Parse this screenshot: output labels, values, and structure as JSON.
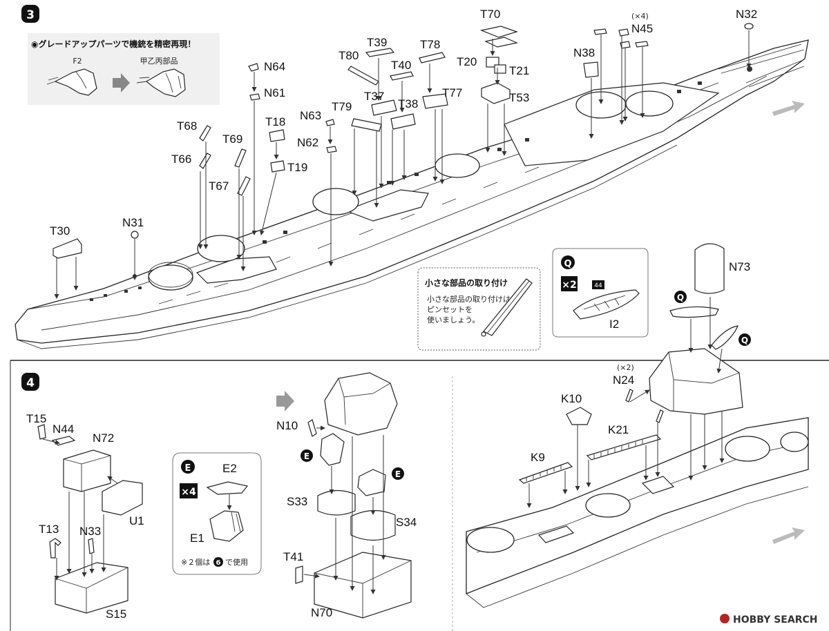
{
  "step3": {
    "number": "3",
    "info": {
      "title": "◉グレードアップパーツで機銃を精密再現！",
      "from_label": "F2",
      "to_label": "甲乙丙部品"
    },
    "labels": [
      "T70",
      "N32",
      "(×4)",
      "N45",
      "T39",
      "T78",
      "T80",
      "T40",
      "T20",
      "T21",
      "N38",
      "T37",
      "T77",
      "T53",
      "T79",
      "T38",
      "N64",
      "N61",
      "N63",
      "T18",
      "T68",
      "N62",
      "T69",
      "T19",
      "T66",
      "T67",
      "T30",
      "N31"
    ],
    "tip": {
      "title": "小さな部品の取り付け",
      "body_line1": "小さな部品の取り付けは",
      "body_line2": "ピンセットを",
      "body_line3": "使いましょう。"
    },
    "boat": {
      "badge": "Q",
      "mult": "×2",
      "num": "44",
      "label": "I2"
    }
  },
  "step4": {
    "number": "4",
    "left_labels": [
      "T15",
      "N44",
      "N72",
      "U1",
      "T13",
      "N33",
      "S15"
    ],
    "e_box": {
      "badge": "E",
      "mult": "×4",
      "label1": "E2",
      "label2": "E1",
      "note": "※２個は",
      "note_step": "6",
      "note_tail": "で使用"
    },
    "mid_labels": [
      "N10",
      "S33",
      "S34",
      "T41",
      "N70"
    ],
    "right_labels": [
      "N73",
      "(×2)",
      "N24",
      "K10",
      "K21",
      "K9"
    ]
  },
  "watermark": {
    "brand": "HOBBY SEARCH"
  }
}
